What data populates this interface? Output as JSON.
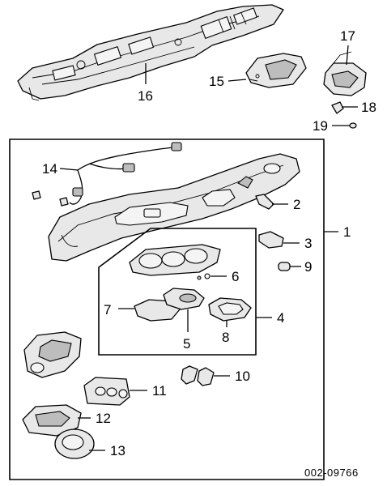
{
  "diagram": {
    "reference_code": "002-09766",
    "callouts": {
      "c1": "1",
      "c2": "2",
      "c3": "3",
      "c4": "4",
      "c5": "5",
      "c6": "6",
      "c7": "7",
      "c8": "8",
      "c9": "9",
      "c10": "10",
      "c11": "11",
      "c12": "12",
      "c13": "13",
      "c14": "14",
      "c15": "15",
      "c16": "16",
      "c17": "17",
      "c18": "18",
      "c19": "19"
    }
  }
}
